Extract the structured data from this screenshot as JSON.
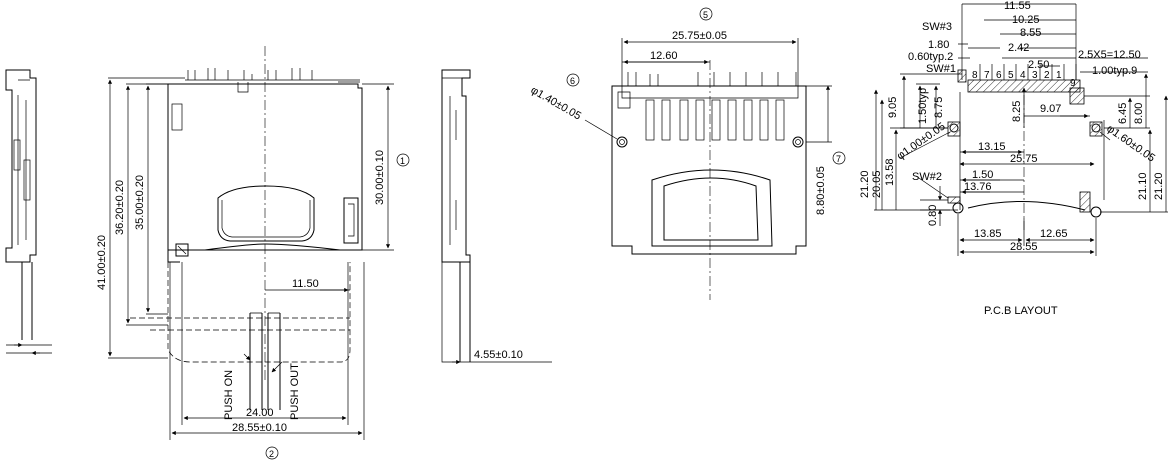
{
  "dimensions": {
    "d41": "41.00±0.20",
    "d36": "36.20±0.20",
    "d35": "35.00±0.20",
    "d30": "30.00±0.10",
    "d1150": "11.50",
    "d24": "24.00",
    "d2855a": "28.55±0.10",
    "d455": "4.55±0.10",
    "d2575a": "25.75±0.05",
    "d1260": "12.60",
    "d140": "φ1.40±0.05",
    "d880": "8.80±0.05",
    "pcb": {
      "d1155": "11.55",
      "d1025": "10.25",
      "d855": "8.55",
      "d180": "1.80",
      "d242": "2.42",
      "d060": "0.60typ.2",
      "d25x5": "2.5X5=12.50",
      "d250": "2.50",
      "d100typ": "1.00typ.9",
      "d905": "9.05",
      "d875": "8.75",
      "d150typ": "1.50typ",
      "d825": "8.25",
      "d907": "9.07",
      "d645": "6.45",
      "d800": "8.00",
      "d100hole": "φ1.00±0.05",
      "d160hole": "φ1.60±0.05",
      "d1315": "13.15",
      "d2575b": "25.75",
      "d1358": "13.58",
      "d2005": "20.05",
      "d2120a": "21.20",
      "d2110": "21.10",
      "d2120b": "21.20",
      "d150": "1.50",
      "d1376": "13.76",
      "d080": "0.80",
      "d1385": "13.85",
      "d1265": "12.65",
      "d2855b": "28.55"
    }
  },
  "callouts": {
    "c1": "1",
    "c2": "2",
    "c5": "5",
    "c6": "6",
    "c7": "7"
  },
  "switches": {
    "sw3": "SW#3",
    "sw1": "SW#1",
    "sw2": "SW#2"
  },
  "pins": [
    "8",
    "7",
    "6",
    "5",
    "4",
    "3",
    "2",
    "1",
    "9"
  ],
  "labels": {
    "push_on": "PUSH ON",
    "push_out": "PUSH OUT",
    "pcb_layout": "P.C.B LAYOUT"
  }
}
